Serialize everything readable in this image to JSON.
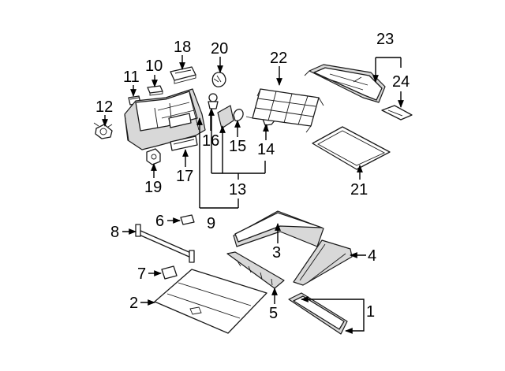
{
  "diagram": {
    "callouts": [
      {
        "id": "c1",
        "text": "1"
      },
      {
        "id": "c2",
        "text": "2"
      },
      {
        "id": "c3",
        "text": "3"
      },
      {
        "id": "c4",
        "text": "4"
      },
      {
        "id": "c5",
        "text": "5"
      },
      {
        "id": "c6",
        "text": "6"
      },
      {
        "id": "c7",
        "text": "7"
      },
      {
        "id": "c8",
        "text": "8"
      },
      {
        "id": "c9",
        "text": "9"
      },
      {
        "id": "c10",
        "text": "10"
      },
      {
        "id": "c11",
        "text": "11"
      },
      {
        "id": "c12",
        "text": "12"
      },
      {
        "id": "c13",
        "text": "13"
      },
      {
        "id": "c14",
        "text": "14"
      },
      {
        "id": "c15",
        "text": "15"
      },
      {
        "id": "c16",
        "text": "16"
      },
      {
        "id": "c17",
        "text": "17"
      },
      {
        "id": "c18",
        "text": "18"
      },
      {
        "id": "c19",
        "text": "19"
      },
      {
        "id": "c20",
        "text": "20"
      },
      {
        "id": "c21",
        "text": "21"
      },
      {
        "id": "c22",
        "text": "22"
      },
      {
        "id": "c23",
        "text": "23"
      },
      {
        "id": "c24",
        "text": "24"
      }
    ]
  }
}
